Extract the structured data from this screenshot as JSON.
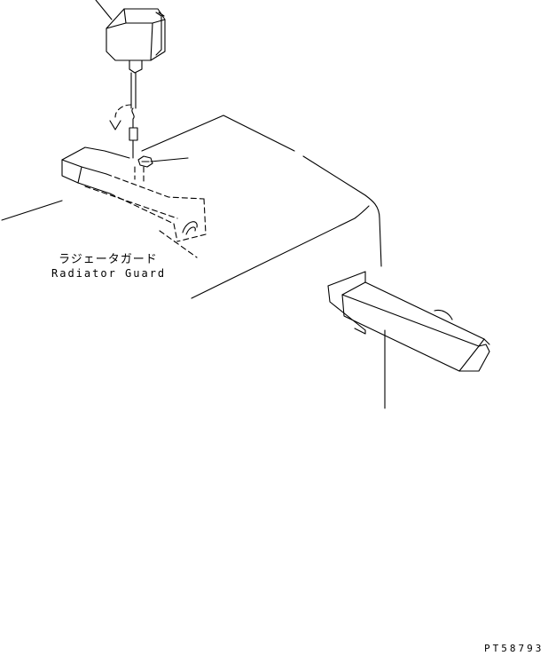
{
  "labels": {
    "radiator_guard_jp": "ラジェータガード",
    "radiator_guard_en": "Radiator Guard"
  },
  "drawing_number": "PT58793",
  "colors": {
    "line": "#000000",
    "background": "#ffffff"
  }
}
